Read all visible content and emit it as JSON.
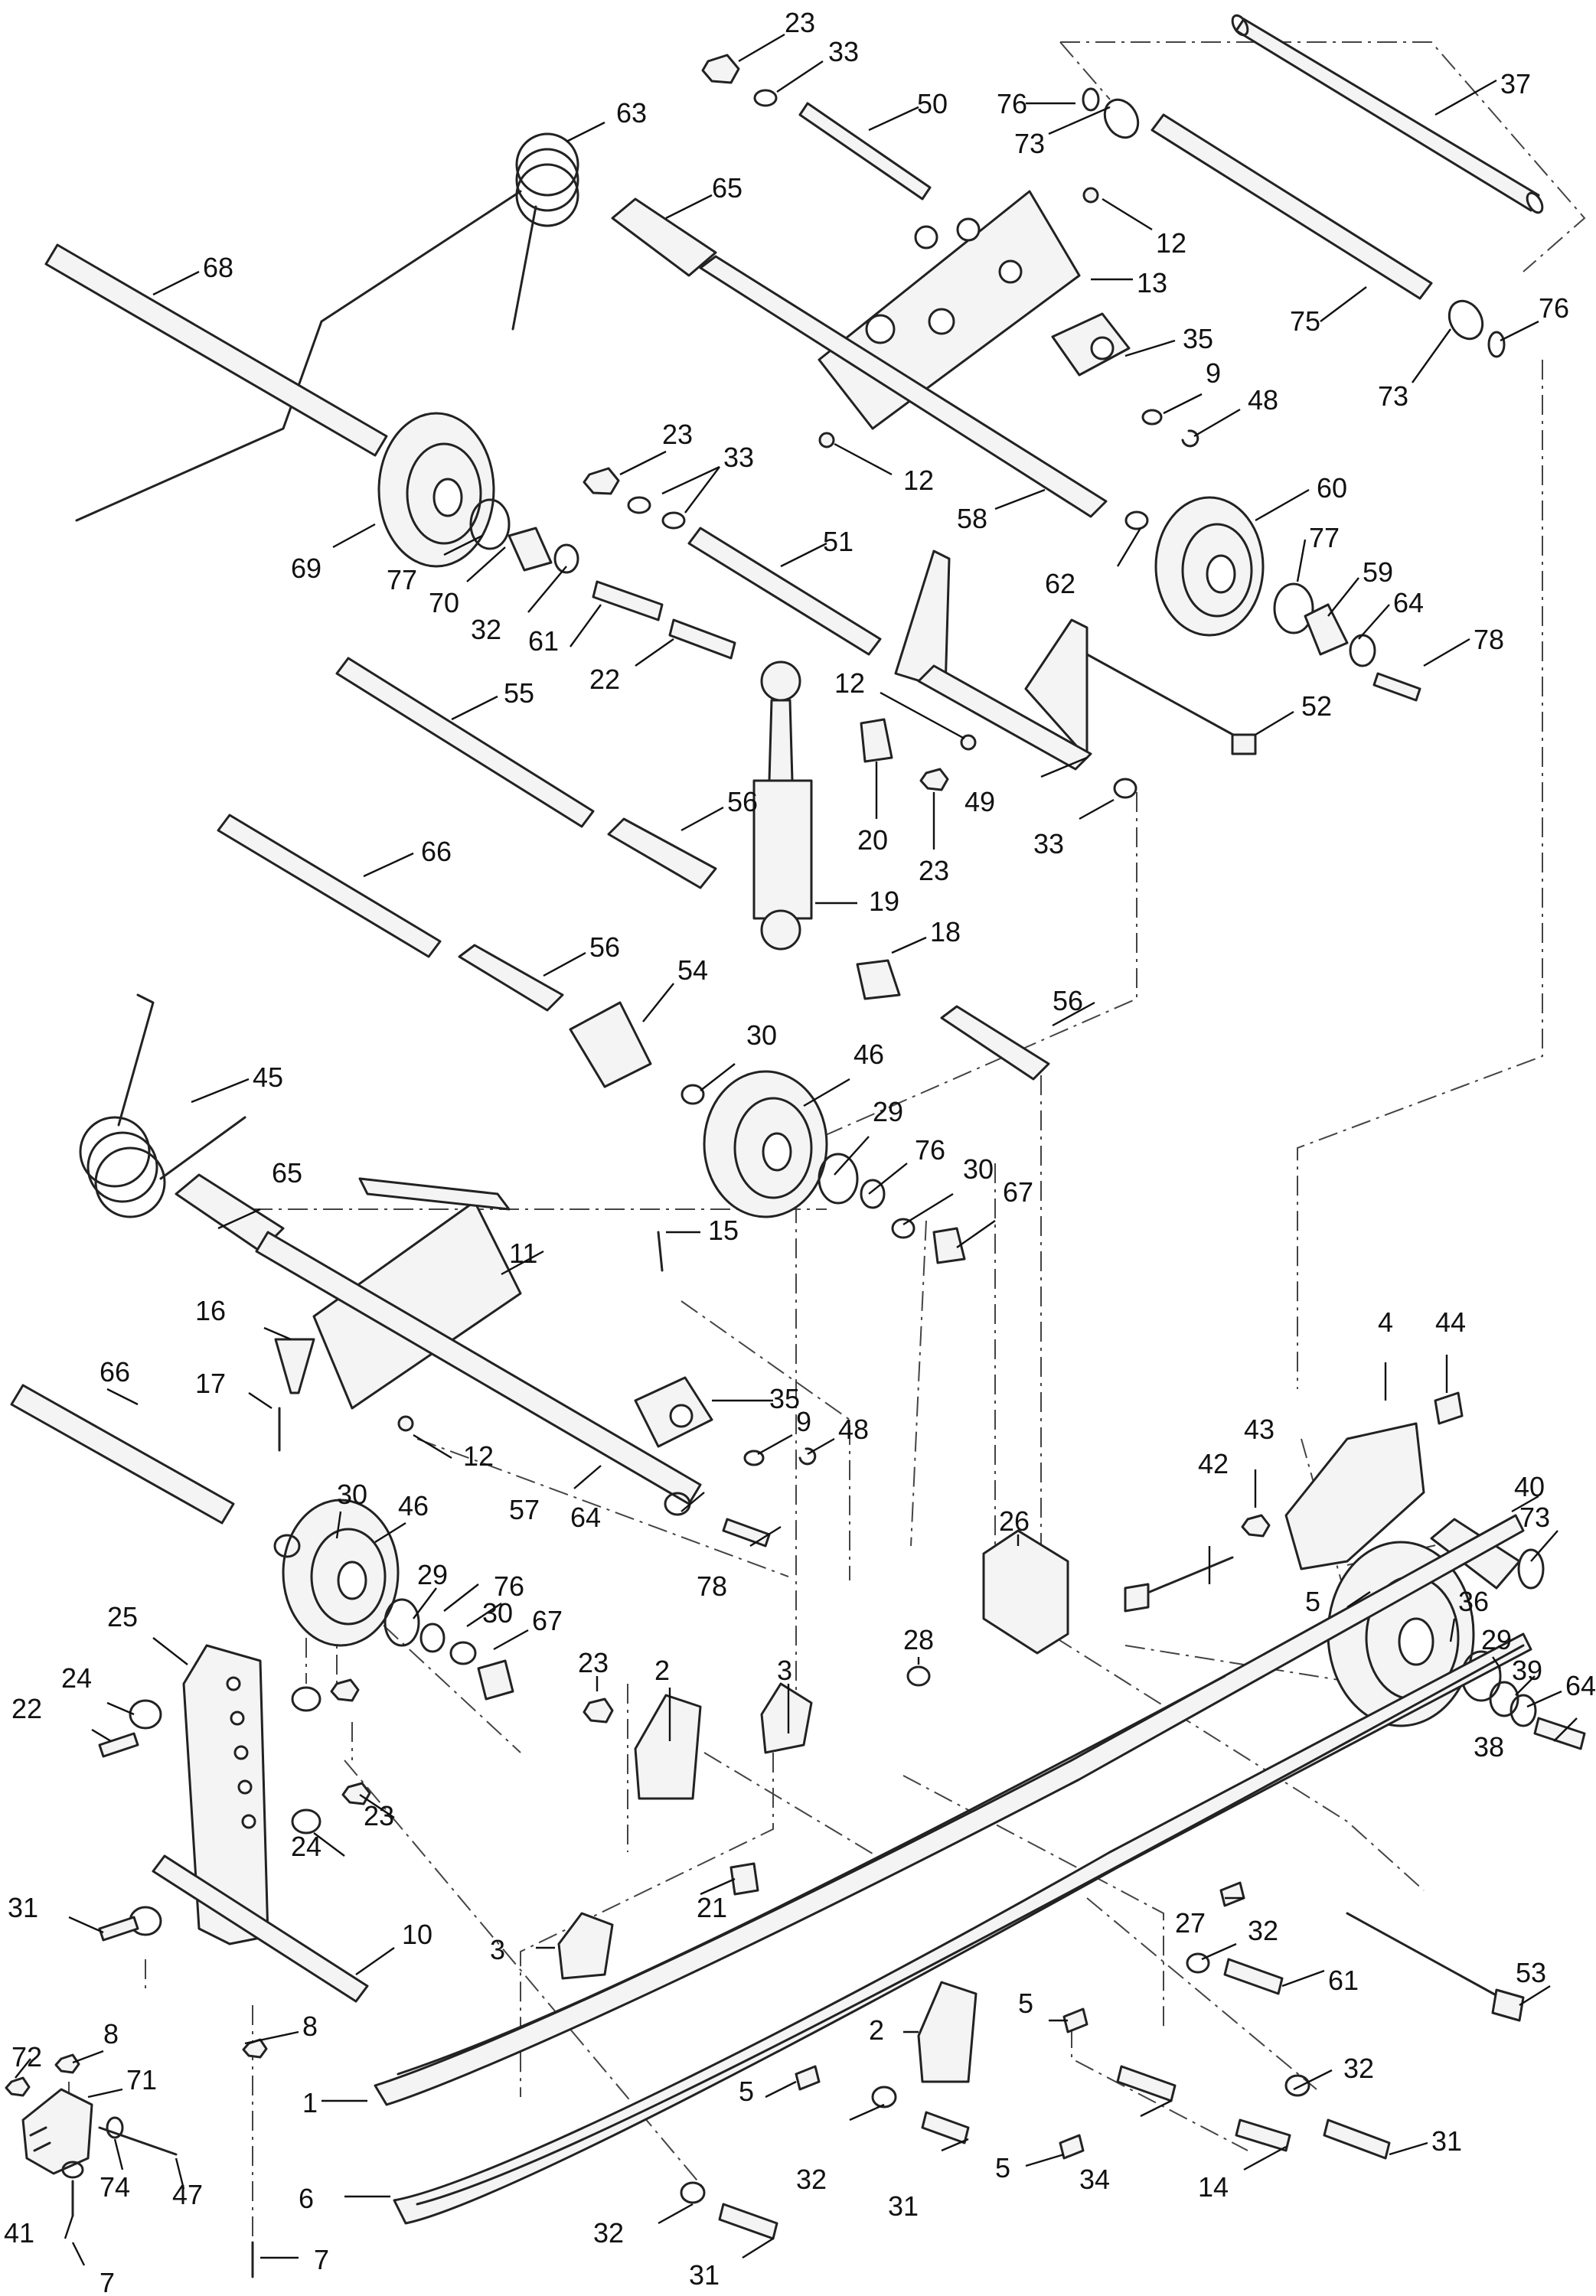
{
  "diagram": {
    "callouts": [
      {
        "id": "c-23a",
        "text": "23"
      },
      {
        "id": "c-33a",
        "text": "33"
      },
      {
        "id": "c-37",
        "text": "37"
      },
      {
        "id": "c-76a",
        "text": "76"
      },
      {
        "id": "c-73a",
        "text": "73"
      },
      {
        "id": "c-50",
        "text": "50"
      },
      {
        "id": "c-63",
        "text": "63"
      },
      {
        "id": "c-65a",
        "text": "65"
      },
      {
        "id": "c-68",
        "text": "68"
      },
      {
        "id": "c-12a",
        "text": "12"
      },
      {
        "id": "c-13",
        "text": "13"
      },
      {
        "id": "c-75",
        "text": "75"
      },
      {
        "id": "c-76b",
        "text": "76"
      },
      {
        "id": "c-73b",
        "text": "73"
      },
      {
        "id": "c-35a",
        "text": "35"
      },
      {
        "id": "c-9a",
        "text": "9"
      },
      {
        "id": "c-48a",
        "text": "48"
      },
      {
        "id": "c-23b",
        "text": "23"
      },
      {
        "id": "c-33b",
        "text": "33"
      },
      {
        "id": "c-12b",
        "text": "12"
      },
      {
        "id": "c-60",
        "text": "60"
      },
      {
        "id": "c-77a",
        "text": "77"
      },
      {
        "id": "c-58",
        "text": "58"
      },
      {
        "id": "c-69",
        "text": "69"
      },
      {
        "id": "c-77b",
        "text": "77"
      },
      {
        "id": "c-70",
        "text": "70"
      },
      {
        "id": "c-32a",
        "text": "32"
      },
      {
        "id": "c-61a",
        "text": "61"
      },
      {
        "id": "c-51",
        "text": "51"
      },
      {
        "id": "c-62",
        "text": "62"
      },
      {
        "id": "c-59",
        "text": "59"
      },
      {
        "id": "c-64a",
        "text": "64"
      },
      {
        "id": "c-78a",
        "text": "78"
      },
      {
        "id": "c-22a",
        "text": "22"
      },
      {
        "id": "c-55",
        "text": "55"
      },
      {
        "id": "c-12c",
        "text": "12"
      },
      {
        "id": "c-52",
        "text": "52"
      },
      {
        "id": "c-20",
        "text": "20"
      },
      {
        "id": "c-23c",
        "text": "23"
      },
      {
        "id": "c-49",
        "text": "49"
      },
      {
        "id": "c-33c",
        "text": "33"
      },
      {
        "id": "c-56a",
        "text": "56"
      },
      {
        "id": "c-66a",
        "text": "66"
      },
      {
        "id": "c-19",
        "text": "19"
      },
      {
        "id": "c-18",
        "text": "18"
      },
      {
        "id": "c-56b",
        "text": "56"
      },
      {
        "id": "c-54",
        "text": "54"
      },
      {
        "id": "c-56c",
        "text": "56"
      },
      {
        "id": "c-30a",
        "text": "30"
      },
      {
        "id": "c-46a",
        "text": "46"
      },
      {
        "id": "c-45",
        "text": "45"
      },
      {
        "id": "c-29a",
        "text": "29"
      },
      {
        "id": "c-76c",
        "text": "76"
      },
      {
        "id": "c-30b",
        "text": "30"
      },
      {
        "id": "c-65b",
        "text": "65"
      },
      {
        "id": "c-67a",
        "text": "67"
      },
      {
        "id": "c-11",
        "text": "11"
      },
      {
        "id": "c-15",
        "text": "15"
      },
      {
        "id": "c-16",
        "text": "16"
      },
      {
        "id": "c-4",
        "text": "4"
      },
      {
        "id": "c-44",
        "text": "44"
      },
      {
        "id": "c-17",
        "text": "17"
      },
      {
        "id": "c-66b",
        "text": "66"
      },
      {
        "id": "c-12d",
        "text": "12"
      },
      {
        "id": "c-35b",
        "text": "35"
      },
      {
        "id": "c-9b",
        "text": "9"
      },
      {
        "id": "c-48b",
        "text": "48"
      },
      {
        "id": "c-43",
        "text": "43"
      },
      {
        "id": "c-40",
        "text": "40"
      },
      {
        "id": "c-73c",
        "text": "73"
      },
      {
        "id": "c-42",
        "text": "42"
      },
      {
        "id": "c-57",
        "text": "57"
      },
      {
        "id": "c-64b",
        "text": "64"
      },
      {
        "id": "c-30c",
        "text": "30"
      },
      {
        "id": "c-46b",
        "text": "46"
      },
      {
        "id": "c-78b",
        "text": "78"
      },
      {
        "id": "c-5a",
        "text": "5"
      },
      {
        "id": "c-25",
        "text": "25"
      },
      {
        "id": "c-29b",
        "text": "29"
      },
      {
        "id": "c-76d",
        "text": "76"
      },
      {
        "id": "c-30d",
        "text": "30"
      },
      {
        "id": "c-67b",
        "text": "67"
      },
      {
        "id": "c-26",
        "text": "26"
      },
      {
        "id": "c-36",
        "text": "36"
      },
      {
        "id": "c-28",
        "text": "28"
      },
      {
        "id": "c-3a",
        "text": "3"
      },
      {
        "id": "c-24a",
        "text": "24"
      },
      {
        "id": "c-23d",
        "text": "23"
      },
      {
        "id": "c-2a",
        "text": "2"
      },
      {
        "id": "c-29c",
        "text": "29"
      },
      {
        "id": "c-39",
        "text": "39"
      },
      {
        "id": "c-64c",
        "text": "64"
      },
      {
        "id": "c-22b",
        "text": "22"
      },
      {
        "id": "c-23e",
        "text": "23"
      },
      {
        "id": "c-24b",
        "text": "24"
      },
      {
        "id": "c-38",
        "text": "38"
      },
      {
        "id": "c-31a",
        "text": "31"
      },
      {
        "id": "c-10",
        "text": "10"
      },
      {
        "id": "c-21",
        "text": "21"
      },
      {
        "id": "c-27",
        "text": "27"
      },
      {
        "id": "c-3b",
        "text": "3"
      },
      {
        "id": "c-32b",
        "text": "32"
      },
      {
        "id": "c-53",
        "text": "53"
      },
      {
        "id": "c-61b",
        "text": "61"
      },
      {
        "id": "c-72",
        "text": "72"
      },
      {
        "id": "c-8a",
        "text": "8"
      },
      {
        "id": "c-71",
        "text": "71"
      },
      {
        "id": "c-8b",
        "text": "8"
      },
      {
        "id": "c-5b",
        "text": "5"
      },
      {
        "id": "c-2b",
        "text": "2"
      },
      {
        "id": "c-32c",
        "text": "32"
      },
      {
        "id": "c-31b",
        "text": "31"
      },
      {
        "id": "c-1",
        "text": "1"
      },
      {
        "id": "c-5c",
        "text": "5"
      },
      {
        "id": "c-32d",
        "text": "32"
      },
      {
        "id": "c-5d",
        "text": "5"
      },
      {
        "id": "c-34",
        "text": "34"
      },
      {
        "id": "c-14",
        "text": "14"
      },
      {
        "id": "c-31c",
        "text": "31"
      },
      {
        "id": "c-6",
        "text": "6"
      },
      {
        "id": "c-41",
        "text": "41"
      },
      {
        "id": "c-74",
        "text": "74"
      },
      {
        "id": "c-47",
        "text": "47"
      },
      {
        "id": "c-32e",
        "text": "32"
      },
      {
        "id": "c-31d",
        "text": "31"
      },
      {
        "id": "c-7a",
        "text": "7"
      },
      {
        "id": "c-7b",
        "text": "7"
      }
    ]
  }
}
